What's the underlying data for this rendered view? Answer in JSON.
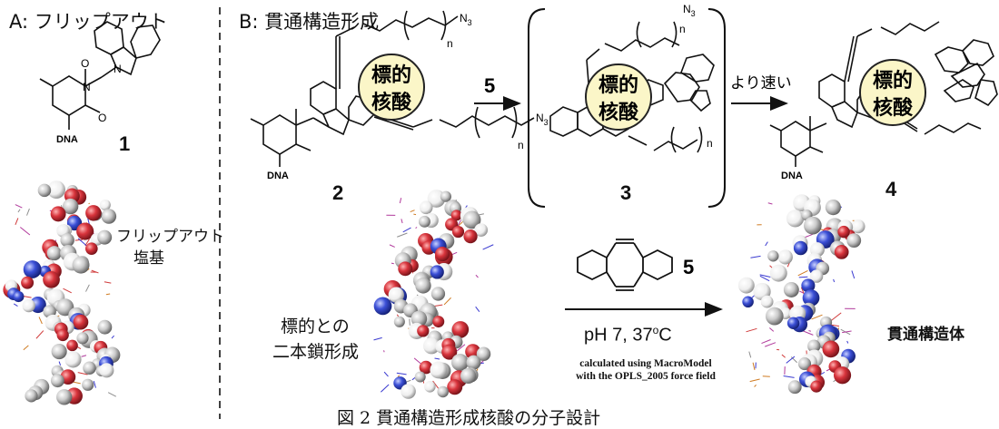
{
  "panel_a": {
    "title": "A: フリップアウト",
    "compound_number": "1",
    "dna_label": "DNA",
    "flipout_base_label_1": "フリップアウト",
    "flipout_base_label_2": "塩基"
  },
  "panel_b": {
    "title": "B: 貫通構造形成",
    "compound_2": "2",
    "compound_3": "3",
    "compound_4": "4",
    "reagent_number": "5",
    "reagent_number_2": "5",
    "faster_label": "より速い",
    "target_label_1": "標的",
    "target_label_2": "核酸",
    "duplex_label_1": "標的との",
    "duplex_label_2": "二本鎖形成",
    "condition": "pH 7, 37",
    "condition_sup": "o",
    "condition_unit": "C",
    "calc_line_1": "calculated using MacroModel",
    "calc_line_2": "with the OPLS_2005 force field",
    "threaded_label": "貫通構造体",
    "dna_label": "DNA",
    "n_label": "n",
    "n3_label": "N",
    "n3_sub": "3"
  },
  "caption": "図 2  貫通構造形成核酸の分子設計",
  "colors": {
    "oxygen": "#d8343c",
    "nitrogen": "#3b4fd6",
    "carbon": "#c9c9c9",
    "hydrogen": "#f4f4f4",
    "target_fill": "#fbf6c8",
    "target_stroke": "#222222"
  }
}
